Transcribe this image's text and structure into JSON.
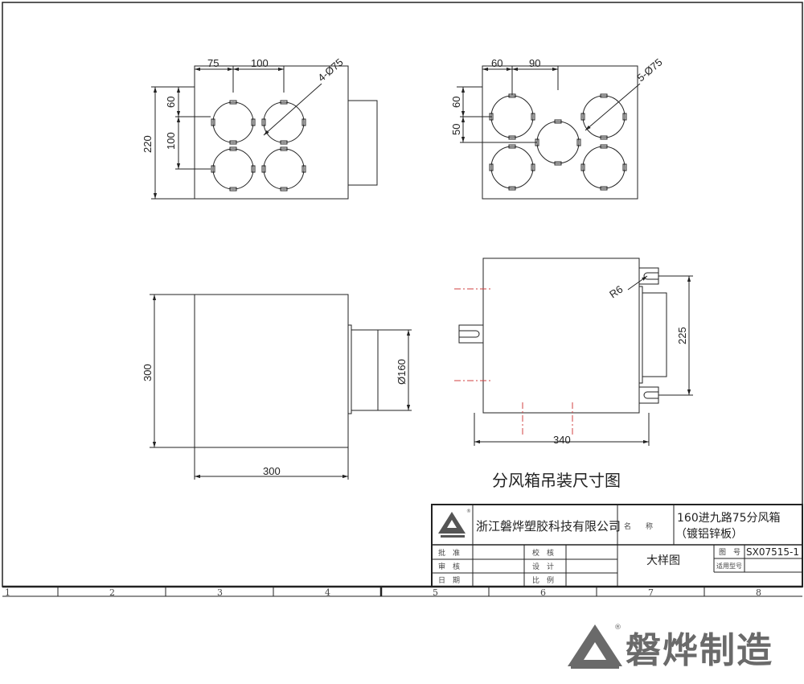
{
  "drawing_title": "分风箱吊装尺寸图",
  "views": {
    "top_left": {
      "d1": "75",
      "d2": "100",
      "d3": "60",
      "d4": "100",
      "d5": "220",
      "hole": "4-Ø75"
    },
    "top_right": {
      "d1": "60",
      "d2": "90",
      "d3": "60",
      "d4": "50",
      "hole": "5-Ø75"
    },
    "bottom_left": {
      "height": "300",
      "width": "300",
      "inlet": "Ø160"
    },
    "bottom_right": {
      "radius": "R6",
      "height": "225",
      "width": "340"
    }
  },
  "title_block": {
    "company": "浙江磐烨塑胶科技有限公司",
    "name_label": "名　　称",
    "product_line1": "160进九路75分风箱",
    "product_line2": "（镀铝锌板）",
    "drawing_type": "大样图",
    "drawing_no_label": "图　号",
    "drawing_no": "SX07515-1",
    "model_label": "适用型号",
    "approve": "批　准",
    "review": "审　核",
    "date": "日　期",
    "check": "校　核",
    "design": "设　计",
    "scale": "比　例"
  },
  "zones": [
    "1",
    "2",
    "3",
    "4",
    "5",
    "6",
    "7",
    "8"
  ],
  "brand": {
    "text": "磐烨制造",
    "logo_icon": "triangle-logo-icon"
  },
  "colors": {
    "line": "#222222",
    "center": "#d04040",
    "brand": "#6a6a6a"
  }
}
